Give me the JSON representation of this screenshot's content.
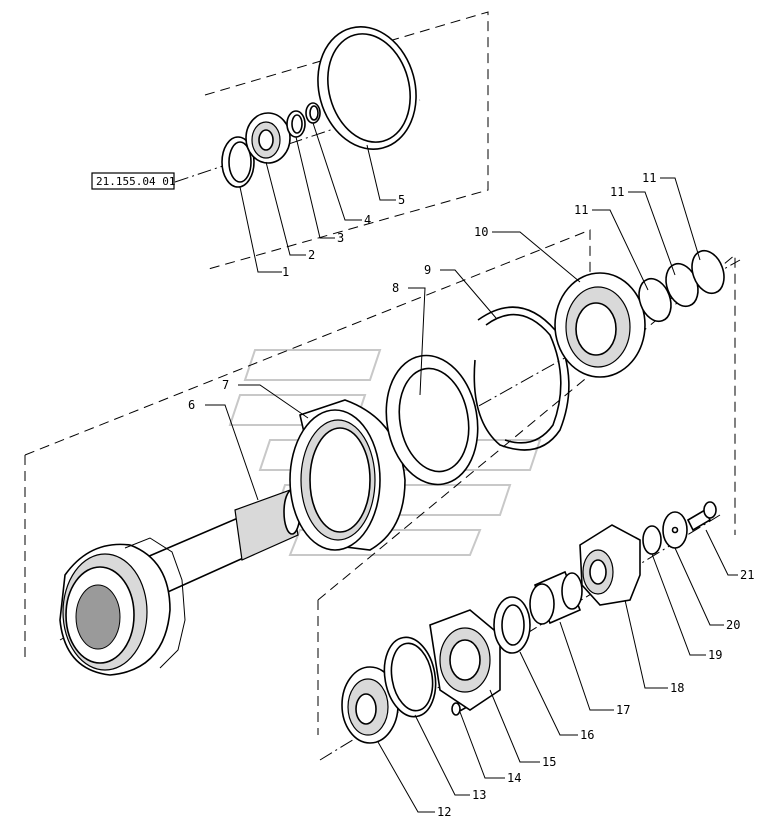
{
  "reference_tag": "21.155.04 01",
  "part_numbers": [
    "1",
    "2",
    "3",
    "4",
    "5",
    "6",
    "7",
    "8",
    "9",
    "10",
    "11",
    "11",
    "11",
    "12",
    "13",
    "14",
    "15",
    "16",
    "17",
    "18",
    "19",
    "20",
    "21"
  ]
}
